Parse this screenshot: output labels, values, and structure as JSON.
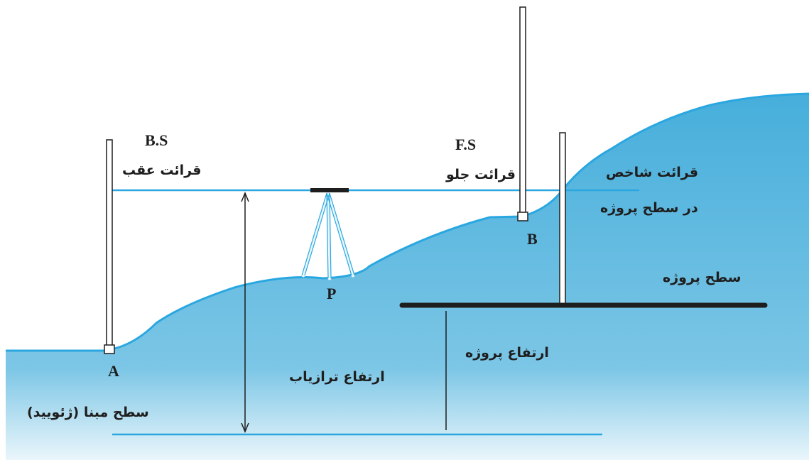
{
  "colors": {
    "ground_fill": "#4fb3d9",
    "ground_outline": "#2aa7e0",
    "line": "#2aa7e0",
    "dark": "#1e1e1e"
  },
  "labels": {
    "backsight": "B.S",
    "backsight_fa": "قرائت عقب",
    "foresight": "F.S",
    "foresight_fa": "قرائت جلو",
    "staff_reading_line1": "قرائت شاخص",
    "staff_reading_line2": "در سطح پروژه",
    "point_a": "A",
    "point_b": "B",
    "point_p": "P",
    "project_level": "سطح پروژه",
    "project_height": "ارتفاع پروژه",
    "instrument_height": "ارتفاع ترازیاب",
    "datum": "سطح مبنا (ژئویید)"
  }
}
